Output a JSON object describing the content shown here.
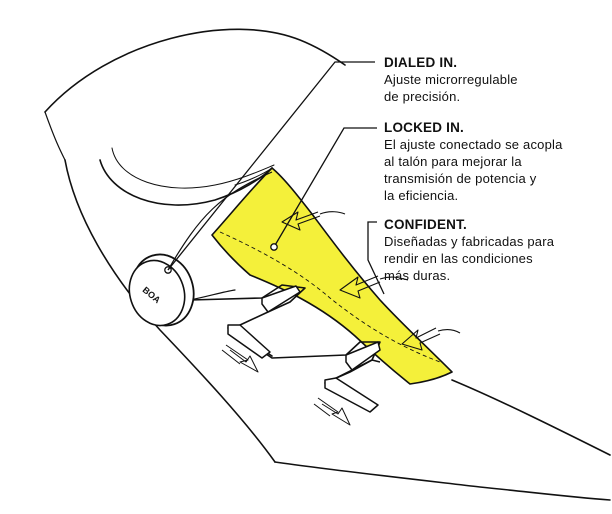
{
  "callouts": [
    {
      "title": "DIALED IN.",
      "body": "Ajuste microrregulable\nde precisión."
    },
    {
      "title": "LOCKED IN.",
      "body": "El ajuste conectado se acopla\nal talón para mejorar la\ntransmisión de potencia y\nla eficiencia."
    },
    {
      "title": "CONFIDENT.",
      "body": "Diseñadas y fabricadas para\nrendir en las condiciones\nmás duras."
    }
  ],
  "dial": {
    "brand_text": "BOA"
  },
  "colors": {
    "highlight": "#f4f03a",
    "ink": "#111111",
    "background": "#ffffff"
  }
}
